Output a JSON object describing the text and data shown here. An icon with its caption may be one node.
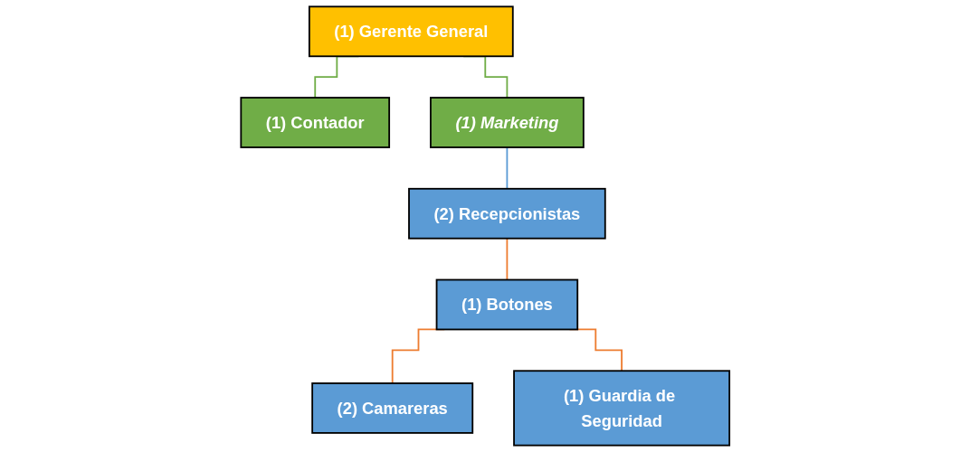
{
  "diagram": {
    "nodes": [
      {
        "text": [
          "(1) Gerente General"
        ]
      },
      {
        "text": [
          "(1) Contador"
        ]
      },
      {
        "text": [
          "(1) Marketing"
        ]
      },
      {
        "text": [
          "(2) Recepcionistas"
        ]
      },
      {
        "text": [
          "(2) Camareras"
        ]
      },
      {
        "text": [
          "(1) Botones"
        ]
      },
      {
        "text": [
          "(1) Guardia de Seguridad"
        ]
      }
    ],
    "edges": [
      {
        "from": 0,
        "to": 1,
        "arrow": "none",
        "color": "#70ad47"
      },
      {
        "from": 0,
        "to": 2,
        "arrow": "none",
        "color": "#70ad47"
      },
      {
        "from": 2,
        "to": 3,
        "arrow": "none",
        "color": "#5b9bd5"
      },
      {
        "from": 3,
        "to": 5,
        "arrow": "none"
      },
      {
        "from": 5,
        "to": 4,
        "arrow": "none"
      },
      {
        "from": 5,
        "to": 6,
        "arrow": "none"
      }
    ]
  }
}
